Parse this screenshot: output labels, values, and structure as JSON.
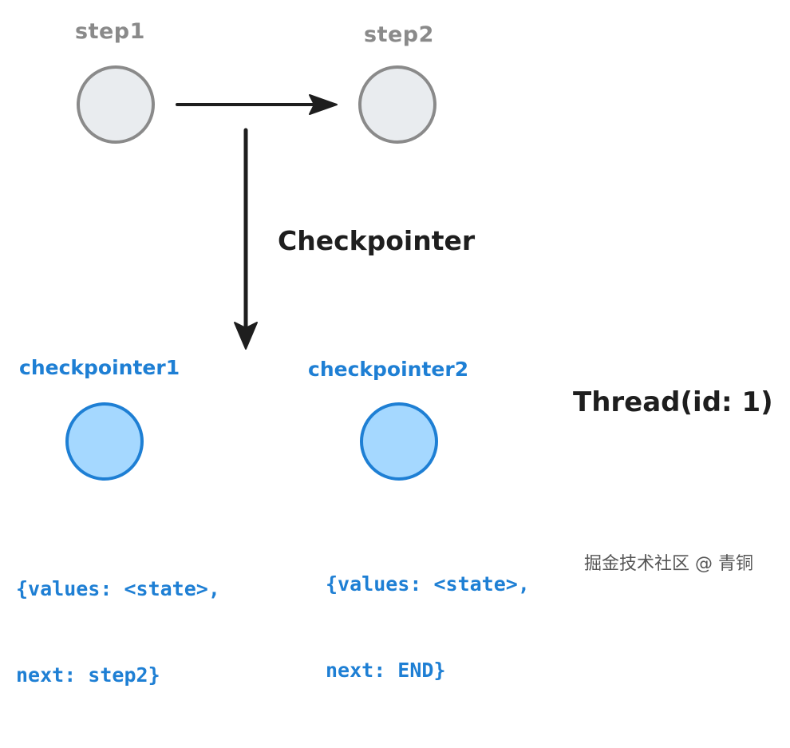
{
  "steps": [
    {
      "label": "step1"
    },
    {
      "label": "step2"
    }
  ],
  "edge_label": "Checkpointer",
  "checkpoints": [
    {
      "label": "checkpointer1",
      "values_line": "{values: <state>,",
      "next_line": "next: step2}"
    },
    {
      "label": "checkpointer2",
      "values_line": "{values: <state>,",
      "next_line": "next: END}"
    }
  ],
  "thread_label": "Thread(id: 1)",
  "watermark": "掘金技术社区 @ 青铜",
  "colors": {
    "step_fill": "#e9ecef",
    "step_stroke": "#8a8a8a",
    "checkpoint_fill": "#a5d8ff",
    "checkpoint_stroke": "#1e7fd4",
    "arrow": "#1e1e1e"
  }
}
